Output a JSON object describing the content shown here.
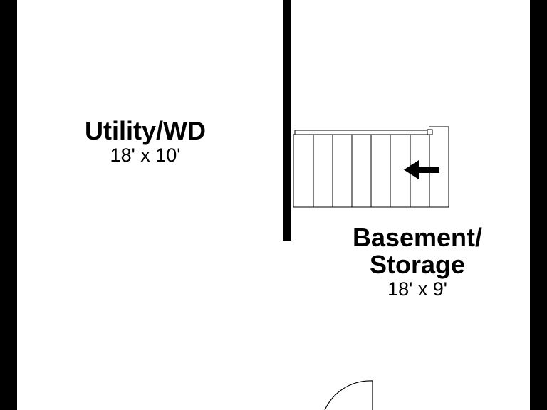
{
  "rooms": {
    "utility": {
      "name": "Utility/WD",
      "dimensions": "18' x 10'"
    },
    "basement": {
      "name_line1": "Basement/",
      "name_line2": "Storage",
      "dimensions": "18' x 9'"
    }
  },
  "stairs": {
    "direction_icon": "arrow-left-icon",
    "tread_count": 8
  },
  "colors": {
    "wall": "#000000",
    "background": "#ffffff"
  }
}
